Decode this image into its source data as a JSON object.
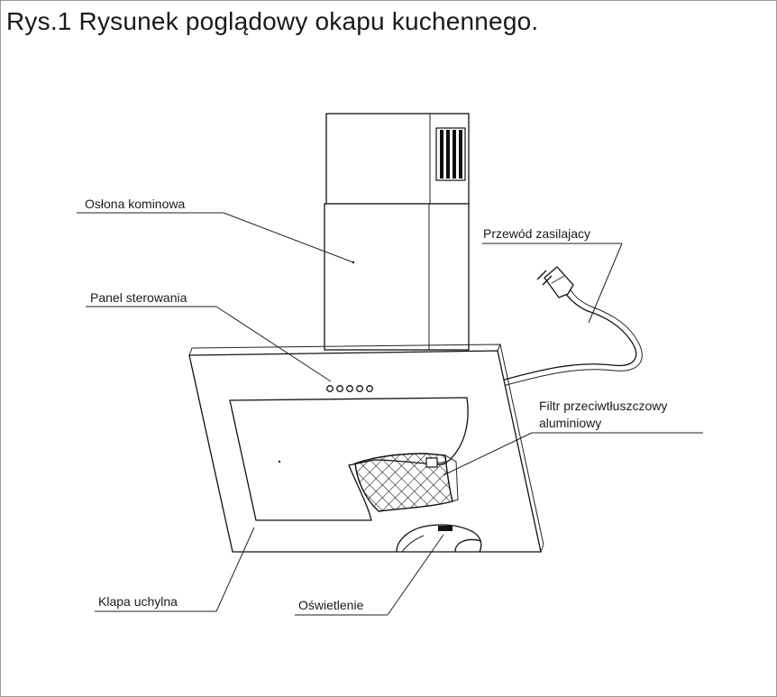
{
  "title": "Rys.1 Rysunek poglądowy okapu kuchennego.",
  "labels": {
    "oslona": "Osłona kominowa",
    "przewod": "Przewód zasilajacy",
    "panel": "Panel sterowania",
    "filtr_line1": "Filtr przeciwtłuszczowy",
    "filtr_line2": "aluminiowy",
    "klapa": "Klapa uchylna",
    "oswietlenie": "Oświetlenie"
  }
}
